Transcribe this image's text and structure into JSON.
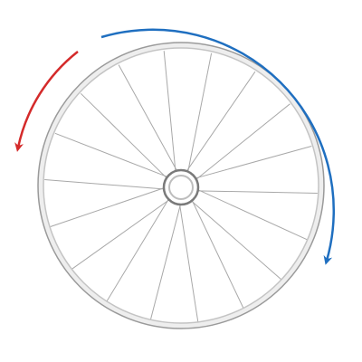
{
  "diagram": {
    "subject": "bicycle-wheel",
    "spoke_count": 18,
    "colors": {
      "background": "#ffffff",
      "rim_outer": "#9a9a9a",
      "rim_inner": "#c4c4c4",
      "rim_fill": "#eeeeee",
      "spoke": "#a8a8a8",
      "hub_outer": "#7a7a7a",
      "hub_inner": "#bdbdbd",
      "arrow_counterclockwise": "#d42a2a",
      "arrow_clockwise": "#1f6fc0"
    },
    "arrows": [
      {
        "name": "counterclockwise-arrow",
        "direction": "counterclockwise",
        "color_key": "arrow_counterclockwise"
      },
      {
        "name": "clockwise-arrow",
        "direction": "clockwise",
        "color_key": "arrow_clockwise"
      }
    ]
  }
}
